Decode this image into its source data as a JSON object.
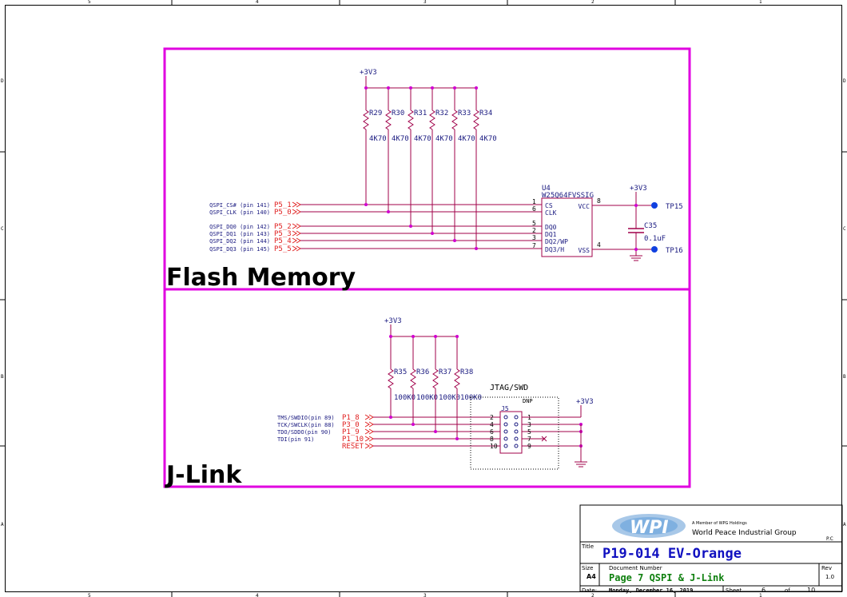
{
  "frame": {
    "border_rows": [
      "D",
      "C",
      "B",
      "A"
    ],
    "border_cols": [
      "5",
      "4",
      "3",
      "2",
      "1"
    ]
  },
  "colors": {
    "section": "#e000e0",
    "wire": "#a0004a",
    "label": "#1a1a80",
    "net": "#e02020",
    "dot": "#d000d0",
    "tp": "#1040e0",
    "title": "#1010c0",
    "docnum": "#108010"
  },
  "sections": {
    "flash": "Flash Memory",
    "jlink": "J-Link"
  },
  "flash": {
    "supply": "+3V3",
    "resistors": [
      {
        "ref": "R29",
        "value": "4K70"
      },
      {
        "ref": "R30",
        "value": "4K70"
      },
      {
        "ref": "R31",
        "value": "4K70"
      },
      {
        "ref": "R32",
        "value": "4K70"
      },
      {
        "ref": "R33",
        "value": "4K70"
      },
      {
        "ref": "R34",
        "value": "4K70"
      }
    ],
    "signals": [
      {
        "desc": "QSPI_CS# (pin 141)",
        "net": "P5_1"
      },
      {
        "desc": "QSPI_CLK (pin 140)",
        "net": "P5_0"
      },
      {
        "desc": "QSPI_DQ0 (pin 142)",
        "net": "P5_2"
      },
      {
        "desc": "QSPI_DQ1 (pin 143)",
        "net": "P5_3"
      },
      {
        "desc": "QSPI_DQ2 (pin 144)",
        "net": "P5_4"
      },
      {
        "desc": "QSPI_DQ3 (pin 145)",
        "net": "P5_5"
      }
    ],
    "ic": {
      "ref": "U4",
      "part": "W25Q64FVSSIG",
      "left_pins": [
        {
          "num": "1",
          "name": "CS"
        },
        {
          "num": "6",
          "name": "CLK"
        },
        {
          "num": "5",
          "name": "DQ0"
        },
        {
          "num": "2",
          "name": "DQ1"
        },
        {
          "num": "3",
          "name": "DQ2/WP"
        },
        {
          "num": "7",
          "name": "DQ3/H"
        }
      ],
      "right_pins": [
        {
          "num": "8",
          "name": "VCC"
        },
        {
          "num": "4",
          "name": "VSS"
        }
      ]
    },
    "cap_supply": "+3V3",
    "cap": {
      "ref": "C35",
      "value": "0.1uF"
    },
    "tp_top": "TP15",
    "tp_bottom": "TP16"
  },
  "jlink": {
    "supply": "+3V3",
    "resistors": [
      {
        "ref": "R35",
        "value": "100K0"
      },
      {
        "ref": "R36",
        "value": "100K0"
      },
      {
        "ref": "R37",
        "value": "100K0"
      },
      {
        "ref": "R38",
        "value": "100K0"
      }
    ],
    "signals": [
      {
        "desc": "TMS/SWDIO(pin 89)",
        "net": "P1_8"
      },
      {
        "desc": "TCK/SWCLK(pin 88)",
        "net": "P3_0"
      },
      {
        "desc": "TDO/SDDO(pin 90)",
        "net": "P1_9"
      },
      {
        "desc": "TDI(pin 91)",
        "net": "P1_10"
      },
      {
        "desc": "",
        "net": "RESET"
      }
    ],
    "connector_title": "JTAG/SWD",
    "dnp": "DNP",
    "conn_ref": "J5",
    "conn_supply": "+3V3",
    "pins_left": [
      "2",
      "4",
      "6",
      "8",
      "10"
    ],
    "pins_right": [
      "1",
      "3",
      "5",
      "7",
      "9"
    ]
  },
  "titleblock": {
    "member": "A Member of WPG Holdings",
    "company": "World Peace Industrial Group",
    "logo": "WPI",
    "pc": "P.C",
    "title_label": "Title",
    "title": "P19-014 EV-Orange",
    "size_label": "Size",
    "size": "A4",
    "docnum_label": "Document Number",
    "docnum": "Page 7 QSPI & J-Link",
    "rev_label": "Rev",
    "rev": "1.0",
    "date_label": "Date:",
    "date": "Monday, December 16, 2019",
    "sheet_label": "Sheet",
    "sheet": "6",
    "of_label": "of",
    "total": "10"
  }
}
